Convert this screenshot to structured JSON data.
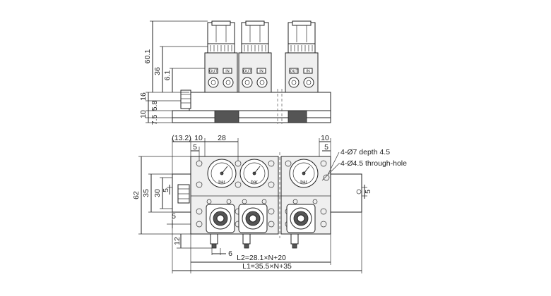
{
  "top_view": {
    "dims": {
      "h60_1": "60.1",
      "h36": "36",
      "h6_1": "6.1",
      "h16": "16",
      "h5_8": "5.8",
      "h10": "10",
      "h7_5": "7.5"
    },
    "port_labels": {
      "out": "OUT",
      "in": "IN"
    }
  },
  "front_view": {
    "dims": {
      "d13_2": "(13.2)",
      "d10_left": "10",
      "d28": "28",
      "d5_left": "5",
      "d10_right": "10",
      "d5_right": "5",
      "d62": "62",
      "d35": "35",
      "d30": "30",
      "d5_side": "5",
      "d5_right_side": "5",
      "d5_bottom": "5",
      "d12": "12",
      "d6": "6"
    },
    "gauge_unit": "bar",
    "hole_note_1": "4-Ø7 depth 4.5",
    "hole_note_2": "4-Ø4.5 through-hole",
    "formula_l2": "L2=28.1×N+20",
    "formula_l1": "L1=35.5×N+35"
  }
}
